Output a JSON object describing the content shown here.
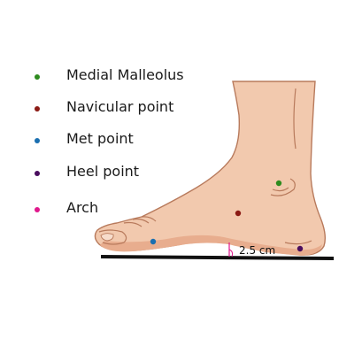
{
  "legend": [
    {
      "label": "Medial Malleolus",
      "color": "#2e8b1e"
    },
    {
      "label": "Navicular point",
      "color": "#8b1a14"
    },
    {
      "label": "Met point",
      "color": "#1a6fb0"
    },
    {
      "label": "Heel point",
      "color": "#4a0d5e"
    },
    {
      "label": "Arch",
      "color": "#e0188c"
    }
  ],
  "measurement": {
    "label": "2.5 cm"
  },
  "colors": {
    "skin": "#f2c9ae",
    "skin_shadow": "#e8ad8e",
    "outline": "#b87a5c",
    "ground": "#111111"
  }
}
